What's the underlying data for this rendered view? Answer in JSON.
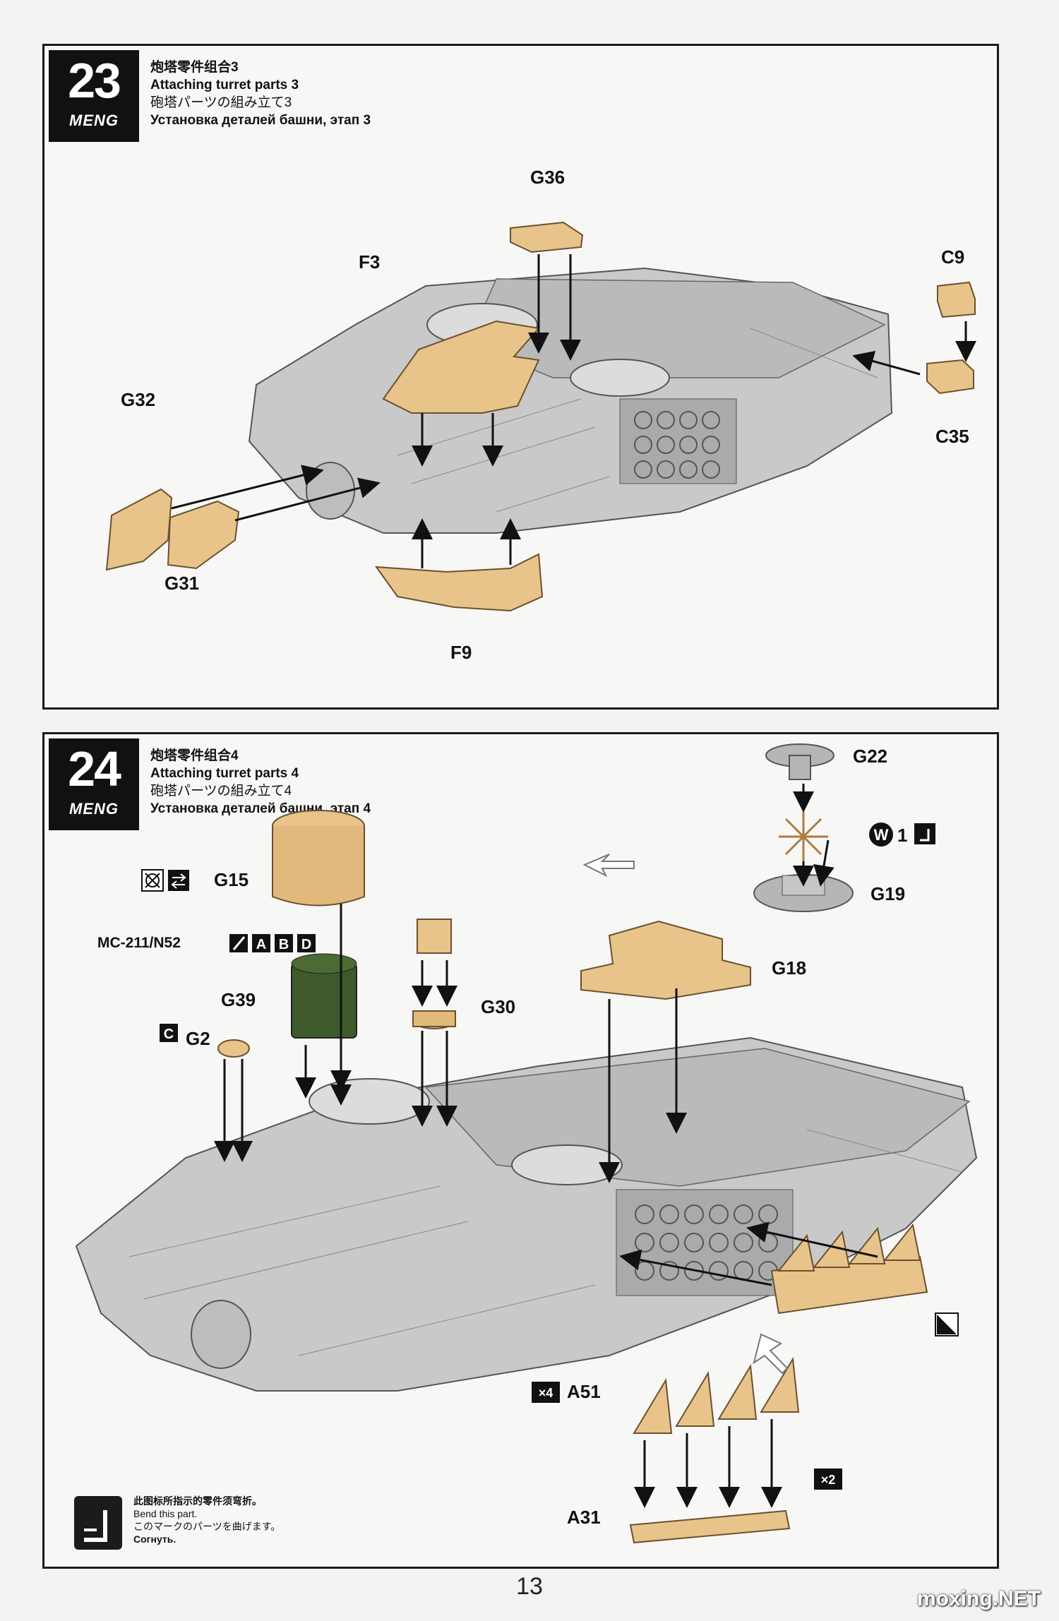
{
  "steps": [
    {
      "number": "23",
      "brand": "MENG",
      "title_zh": "炮塔零件组合3",
      "title_en": "Attaching turret parts 3",
      "title_jp": "砲塔パーツの組み立て3",
      "title_ru": "Установка деталей башни, этап 3",
      "parts": [
        "G36",
        "F3",
        "C9",
        "C35",
        "G32",
        "G31",
        "F9"
      ]
    },
    {
      "number": "24",
      "brand": "MENG",
      "title_zh": "炮塔零件组合4",
      "title_en": "Attaching turret parts 4",
      "title_jp": "砲塔パーツの組み立て4",
      "title_ru": "Установка деталей башни, этап 4",
      "parts": [
        "G22",
        "G19",
        "G15",
        "G39",
        "G2",
        "G30",
        "G18",
        "A51",
        "A31"
      ],
      "paint_code": "MC-211/N52",
      "paint_options": [
        "A",
        "B",
        "D"
      ],
      "optional_letter": "C",
      "w_marker": "W",
      "w_count": "1",
      "qty_a51": "×4",
      "qty_a31": "×2"
    }
  ],
  "legend": {
    "zh": "此图标所指示的零件须弯折。",
    "en": "Bend this part.",
    "jp": "このマークのパーツを曲げます。",
    "ru": "Согнуть."
  },
  "page_number": "13",
  "watermark": "moxing.NET",
  "colors": {
    "part_tan": "#e8c48a",
    "turret_grey": "#c8c9c8",
    "part_green": "#3f5a2a",
    "ink": "#111111"
  }
}
